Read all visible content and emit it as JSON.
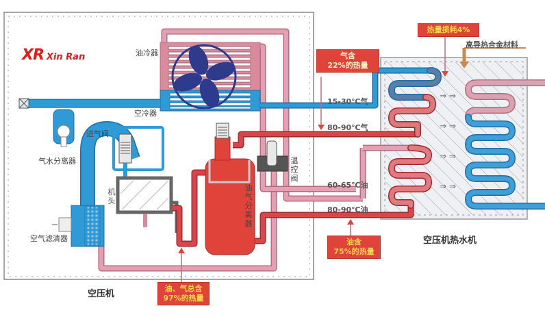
{
  "logo": {
    "mark": "XR",
    "text": "Xin Ran"
  },
  "compressor": {
    "title": "空压机",
    "labels": {
      "oil_cooler": "油冷器",
      "air_cooler": "空冷器",
      "intake_valve": "进气阀",
      "water_separator": "气水分离器",
      "air_filter": "空气滤清器",
      "machine_head": "机头",
      "oil_gas_separator": "油气分离器",
      "thermo_valve": "温控阀"
    }
  },
  "heater": {
    "title": "空压机热水机",
    "material_label": "高导热合金材料"
  },
  "temperatures": {
    "gas_in": "15-30℃气",
    "gas_hot": "80-90℃气",
    "oil_return": "60-65℃油",
    "oil_hot": "80-90℃油"
  },
  "callouts": {
    "gas_heat": {
      "line1": "气含",
      "line2": "22%的热量"
    },
    "oil_heat": {
      "line1": "油含",
      "line2": "75%的热量"
    },
    "total_heat": {
      "line1": "油、气总含",
      "line2": "97%的热量"
    },
    "heat_loss": {
      "line1": "热量损耗4%"
    }
  },
  "colors": {
    "blue_pipe": "#2f9ad6",
    "hot_pipe": "#d9464a",
    "oil_pipe": "#d98a9c",
    "callout_bg": "#e0433a",
    "fan": "#2e3a8c"
  }
}
